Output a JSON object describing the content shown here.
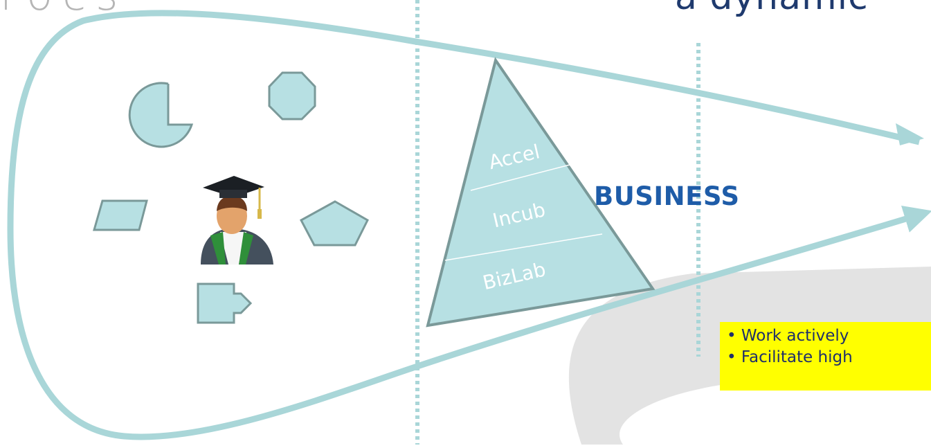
{
  "title_fragment": "a dynamic",
  "logo_fragment": "rocs",
  "pyramid": {
    "levels": [
      "Accel",
      "Incub",
      "BizLab"
    ]
  },
  "business_label": "BUSINESS",
  "bullets": [
    "• Work actively",
    "• Facilitate high"
  ],
  "icons": [
    "pie-shape-icon",
    "octagon-icon",
    "parallelogram-icon",
    "pentagon-icon",
    "arrow-box-icon",
    "graduate-icon"
  ],
  "colors": {
    "loop_stroke": "#a9d6d8",
    "shape_fill": "#b7e0e3",
    "shape_stroke": "#7a9999",
    "highlight": "#ffff00",
    "business_text": "#1e5ca8"
  }
}
